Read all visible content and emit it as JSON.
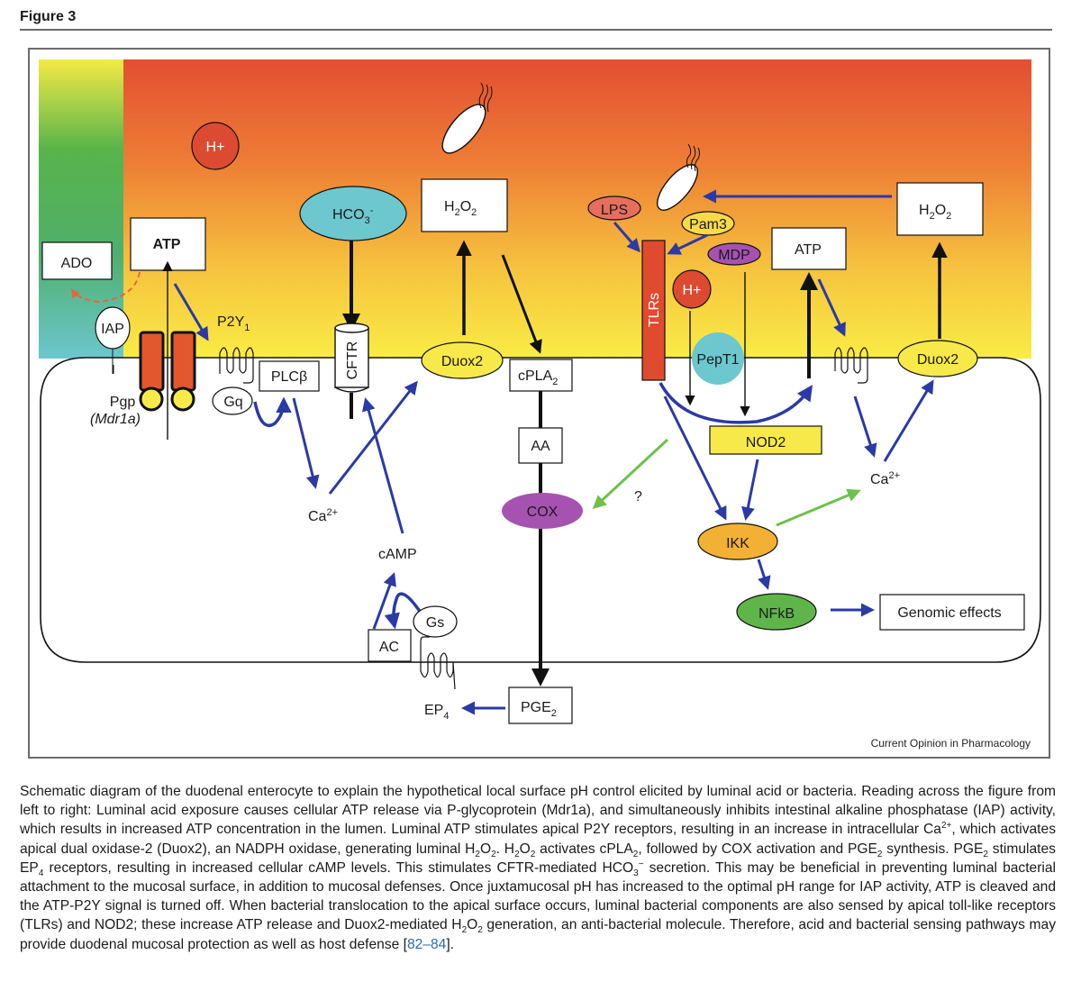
{
  "figure": {
    "title": "Figure 3",
    "credit": "Current Opinion in Pharmacology"
  },
  "nodes": {
    "h_plus_lumen": "H+",
    "ado": "ADO",
    "atp_left": "ATP",
    "iap": "IAP",
    "pgp": "Pgp",
    "mdr1a": "(Mdr1a)",
    "p2y1": "P2Y",
    "p2y1_sub": "1",
    "gq": "Gq",
    "plcb": "PLCβ",
    "cftr": "CFTR",
    "hco3": "HCO",
    "hco3_sub": "3",
    "hco3_sup": "-",
    "h2o2_left": "H",
    "duox2_left": "Duox2",
    "cpla2": "cPLA",
    "aa": "AA",
    "cox": "COX",
    "pge2": "PGE",
    "ep4": "EP",
    "ca_left": "Ca",
    "camp": "cAMP",
    "ac": "AC",
    "gs": "Gs",
    "lps": "LPS",
    "pam3": "Pam3",
    "mdp": "MDP",
    "tlrs": "TLRs",
    "h_plus_right": "H+",
    "pept1": "PepT1",
    "atp_right": "ATP",
    "h2o2_right": "H",
    "duox2_right": "Duox2",
    "nod2": "NOD2",
    "ca_right": "Ca",
    "question": "?",
    "ikk": "IKK",
    "nfkb": "NFkB",
    "genomic": "Genomic effects",
    "sub2": "2",
    "sub4": "4",
    "o_letter": "O",
    "ca_sup": "2+"
  },
  "colors": {
    "arrow_blue": "#2b3aa5",
    "arrow_green": "#6cc24a",
    "arrow_black": "#111111",
    "arrow_dashed": "#e8663a",
    "tlr_red": "#e04a2e",
    "pgp_orange": "#e2572d",
    "yellow": "#f7e94a",
    "teal": "#6cc7cf",
    "purple": "#a552b0",
    "ikk_orange": "#f2b134",
    "nfkb_green": "#5fb54a",
    "lps_salmon": "#e76e5f",
    "hplus_red": "#dc4a32"
  },
  "caption": {
    "segments": [
      {
        "t": "Schematic diagram of the duodenal enterocyte to explain the hypothetical local surface pH control elicited by luminal acid or bacteria. Reading across the figure from left to right: Luminal acid exposure causes cellular ATP release via P-glycoprotein (Mdr1a), and simultaneously inhibits intestinal alkaline phosphatase (IAP) activity, which results in increased ATP concentration in the lumen. Luminal ATP stimulates apical P2Y receptors, resulting in an increase in intracellular Ca"
      },
      {
        "sup": "2+"
      },
      {
        "t": ", which activates apical dual oxidase-2 (Duox2), an NADPH oxidase, generating luminal H"
      },
      {
        "sub": "2"
      },
      {
        "t": "O"
      },
      {
        "sub": "2"
      },
      {
        "t": ". H"
      },
      {
        "sub": "2"
      },
      {
        "t": "O"
      },
      {
        "sub": "2"
      },
      {
        "t": " activates cPLA"
      },
      {
        "sub": "2"
      },
      {
        "t": ", followed by COX activation and PGE"
      },
      {
        "sub": "2"
      },
      {
        "t": " synthesis. PGE"
      },
      {
        "sub": "2"
      },
      {
        "t": " stimulates EP"
      },
      {
        "sub": "4"
      },
      {
        "t": " receptors, resulting in increased cellular cAMP levels. This stimulates CFTR-mediated HCO"
      },
      {
        "sub": "3"
      },
      {
        "sup": "−"
      },
      {
        "t": " secretion. This may be beneficial in preventing luminal bacterial attachment to the mucosal surface, in addition to mucosal defenses. Once juxtamucosal pH has increased to the optimal pH range for IAP activity, ATP is cleaved and the ATP-P2Y signal is turned off. When bacterial translocation to the apical surface occurs, luminal bacterial components are also sensed by apical toll-like receptors (TLRs) and NOD2; these increase ATP release and Duox2-mediated H"
      },
      {
        "sub": "2"
      },
      {
        "t": "O"
      },
      {
        "sub": "2"
      },
      {
        "t": " generation, an anti-bacterial molecule. Therefore, acid and bacterial sensing pathways may provide duodenal mucosal protection as well as host defense ["
      },
      {
        "ref": "82–84"
      },
      {
        "t": "]."
      }
    ]
  }
}
